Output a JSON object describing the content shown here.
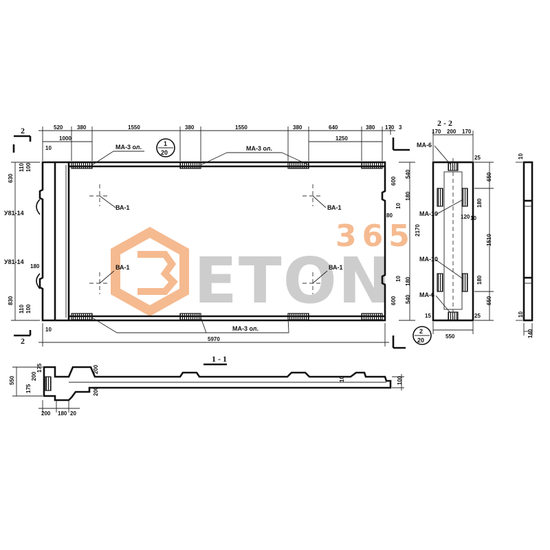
{
  "top_dimensions": [
    "520",
    "380",
    "1550",
    "380",
    "1550",
    "380",
    "640",
    "380",
    "170",
    "3"
  ],
  "sub_dimensions": [
    "1000",
    "10",
    "1250"
  ],
  "section_left": "2",
  "callouts": {
    "ma3_left": "МА-3 ол.",
    "ma3_right": "МА-3 ол.",
    "ma3_bottom": "МА-3 ол.",
    "ba1_a": "ВА-1",
    "ba1_b": "ВА-1",
    "ba1_c": "ВА-1",
    "ba1_d": "ВА-1",
    "y81_top": "У81-14",
    "y81_bot": "У81-14",
    "ma6_top": "МА-6",
    "ma10_a": "МА-10",
    "ma10_b": "МА-10",
    "ma6_bot": "МА-6"
  },
  "scale_top": {
    "num": "1",
    "den": "20"
  },
  "scale_right": {
    "num": "2",
    "den": "20"
  },
  "overall_length": "5970",
  "left_dims": [
    "630",
    "110",
    "100",
    "180",
    "830",
    "110",
    "100"
  ],
  "right_dims": [
    "600",
    "540",
    "10",
    "180",
    "80",
    "10",
    "180",
    "540",
    "600",
    "2170"
  ],
  "section_22": {
    "title": "2 - 2",
    "top": [
      "170",
      "200",
      "170"
    ],
    "right": [
      "25",
      "650",
      "1510",
      "650",
      "25"
    ],
    "inner": [
      "180",
      "180",
      "120",
      "10"
    ],
    "width": "550",
    "bottom_left": "15"
  },
  "far_right": {
    "top": "10",
    "bottom": "10",
    "width": "140"
  },
  "section_11": {
    "title": "1 - 1",
    "left": [
      "550",
      "175",
      "200",
      "175"
    ],
    "right": [
      "200",
      "200",
      "100",
      "10"
    ],
    "bottom": [
      "200",
      "180",
      "20"
    ]
  },
  "watermark": {
    "number": "365",
    "word": "ETON"
  },
  "colors": {
    "line": "#111111",
    "watermark_orange": "#f2a36b",
    "watermark_grey": "#bdbdbd"
  }
}
